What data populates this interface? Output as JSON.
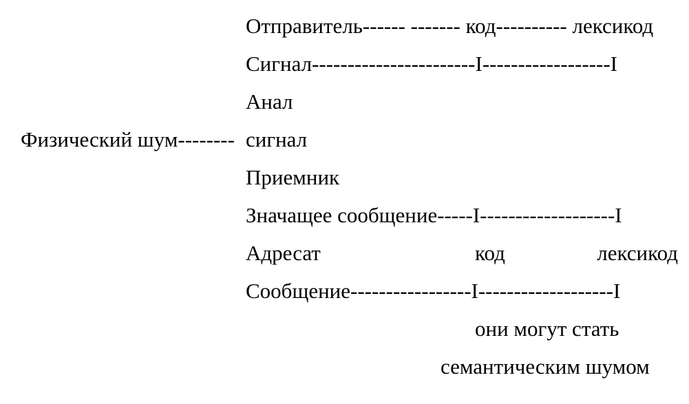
{
  "lines": {
    "sender": "Отправитель------ ------- код---------- лексикод",
    "signal": "Сигнал-----------------------I------------------I",
    "anal": "Анал",
    "noise_label": "Физический шум--------",
    "signal2": "сигнал",
    "receiver": "Приемник",
    "meaningful": "Значащее сообщение-----I-------------------I",
    "addressee": "Адресат",
    "addressee_code": "код",
    "addressee_lexicode": "лексикод",
    "message": "Сообщение-----------------I-------------------I",
    "note1": "они могут стать",
    "note2": "семантическим шумом"
  }
}
